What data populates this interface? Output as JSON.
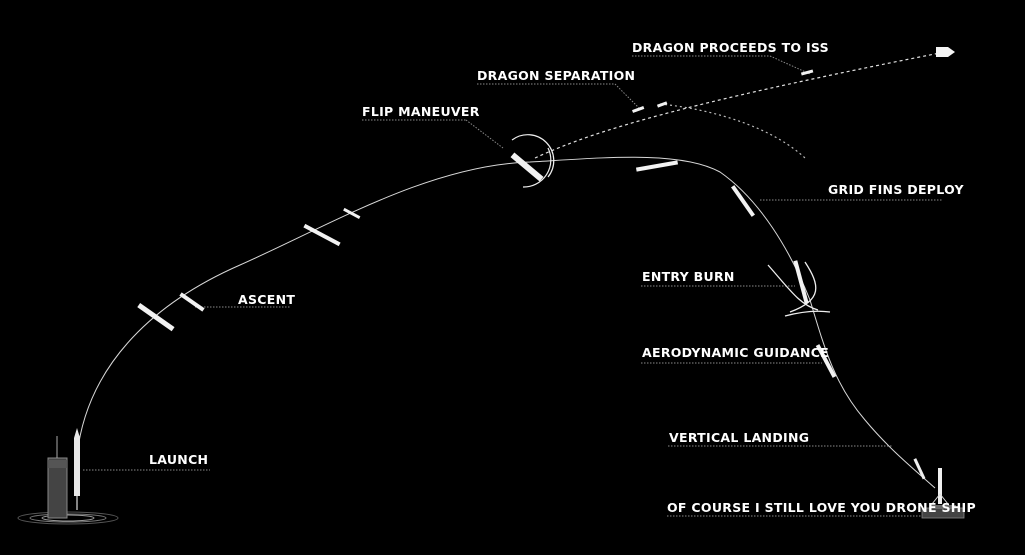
{
  "diagram": {
    "stages": [
      {
        "id": "launch",
        "label": "LAUNCH"
      },
      {
        "id": "ascent",
        "label": "ASCENT"
      },
      {
        "id": "flip",
        "label": "FLIP MANEUVER"
      },
      {
        "id": "separation",
        "label": "DRAGON SEPARATION"
      },
      {
        "id": "iss",
        "label": "DRAGON PROCEEDS TO ISS"
      },
      {
        "id": "gridfins",
        "label": "GRID FINS DEPLOY"
      },
      {
        "id": "entry",
        "label": "ENTRY BURN"
      },
      {
        "id": "aero",
        "label": "AERODYNAMIC GUIDANCE"
      },
      {
        "id": "vertical",
        "label": "VERTICAL LANDING"
      },
      {
        "id": "droneship",
        "label": "OF COURSE I STILL LOVE YOU DRONE SHIP"
      }
    ],
    "colors": {
      "background": "#000000",
      "trajectory": "#d8d8d8",
      "label": "#ffffff",
      "leader": "#888888"
    },
    "icons": [
      "launch-pad-icon",
      "rocket-icon",
      "dragon-capsule-icon",
      "drone-ship-icon"
    ]
  }
}
